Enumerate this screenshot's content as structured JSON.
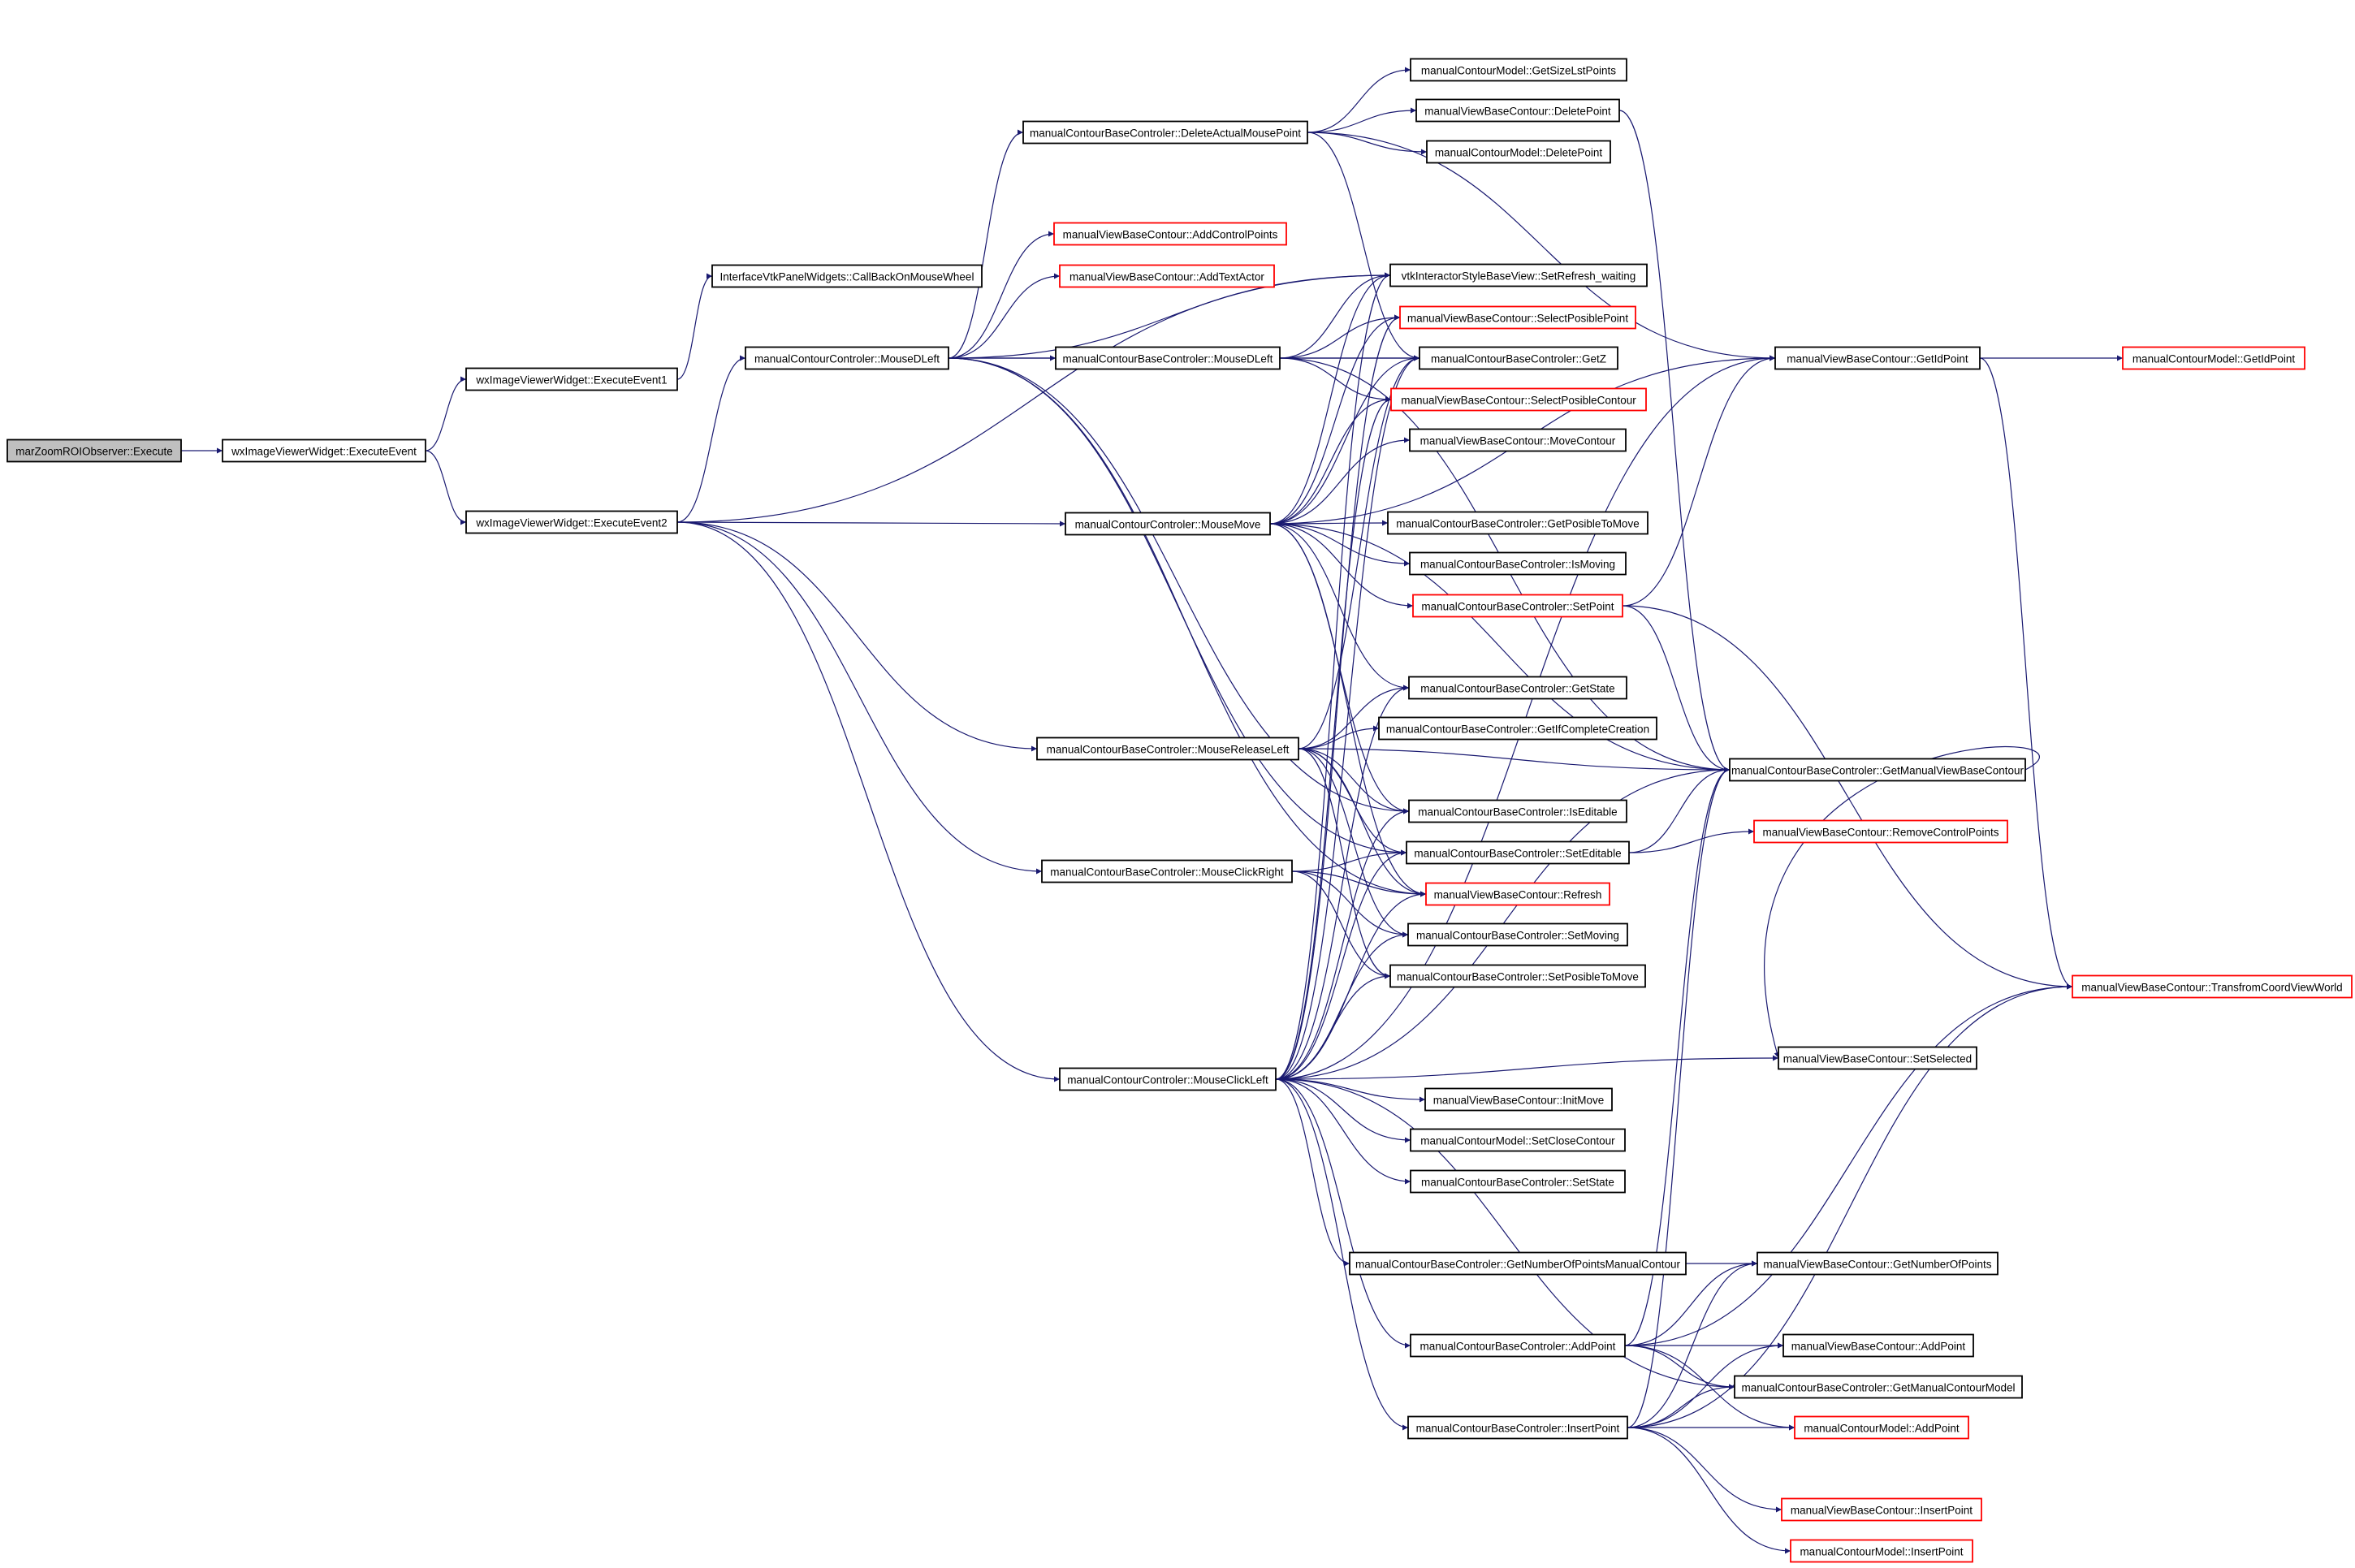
{
  "diagram": {
    "type": "call-graph",
    "colors": {
      "edge": "#191970",
      "root_fill": "#bfbfbf",
      "border_default": "#000000",
      "border_truncated": "#ff0000"
    },
    "nodes": [
      {
        "id": "execute",
        "label": "marZoomROIObserver::Execute",
        "truncated": false,
        "root": true
      },
      {
        "id": "wx_exec",
        "label": "wxImageViewerWidget::ExecuteEvent",
        "truncated": false
      },
      {
        "id": "wx_exec1",
        "label": "wxImageViewerWidget::ExecuteEvent1",
        "truncated": false
      },
      {
        "id": "wx_exec2",
        "label": "wxImageViewerWidget::ExecuteEvent2",
        "truncated": false
      },
      {
        "id": "ivtk_cb",
        "label": "InterfaceVtkPanelWidgets::CallBackOnMouseWheel",
        "truncated": false
      },
      {
        "id": "mc_dleft",
        "label": "manualContourControler::MouseDLeft",
        "truncated": false
      },
      {
        "id": "mbc_delactual",
        "label": "manualContourBaseControler::DeleteActualMousePoint",
        "truncated": false
      },
      {
        "id": "mvbc_addctrl",
        "label": "manualViewBaseContour::AddControlPoints",
        "truncated": true
      },
      {
        "id": "mvbc_addtext",
        "label": "manualViewBaseContour::AddTextActor",
        "truncated": true
      },
      {
        "id": "mbc_dleft",
        "label": "manualContourBaseControler::MouseDLeft",
        "truncated": false
      },
      {
        "id": "mc_move",
        "label": "manualContourControler::MouseMove",
        "truncated": false
      },
      {
        "id": "mbc_release",
        "label": "manualContourBaseControler::MouseReleaseLeft",
        "truncated": false
      },
      {
        "id": "mbc_clickright",
        "label": "manualContourBaseControler::MouseClickRight",
        "truncated": false
      },
      {
        "id": "mc_clickleft",
        "label": "manualContourControler::MouseClickLeft",
        "truncated": false
      },
      {
        "id": "mcm_getsize",
        "label": "manualContourModel::GetSizeLstPoints",
        "truncated": false
      },
      {
        "id": "mvbc_delpoint",
        "label": "manualViewBaseContour::DeletePoint",
        "truncated": false
      },
      {
        "id": "mcm_delpoint",
        "label": "manualContourModel::DeletePoint",
        "truncated": false
      },
      {
        "id": "vtk_setrefresh",
        "label": "vtkInteractorStyleBaseView::SetRefresh_waiting",
        "truncated": false
      },
      {
        "id": "mvbc_selpoint",
        "label": "manualViewBaseContour::SelectPosiblePoint",
        "truncated": true
      },
      {
        "id": "mbc_getz",
        "label": "manualContourBaseControler::GetZ",
        "truncated": false
      },
      {
        "id": "mvbc_selcontour",
        "label": "manualViewBaseContour::SelectPosibleContour",
        "truncated": true
      },
      {
        "id": "mvbc_movecontour",
        "label": "manualViewBaseContour::MoveContour",
        "truncated": false
      },
      {
        "id": "mbc_getposmove",
        "label": "manualContourBaseControler::GetPosibleToMove",
        "truncated": false
      },
      {
        "id": "mbc_ismoving",
        "label": "manualContourBaseControler::IsMoving",
        "truncated": false
      },
      {
        "id": "mbc_setpoint",
        "label": "manualContourBaseControler::SetPoint",
        "truncated": true
      },
      {
        "id": "mbc_getstate",
        "label": "manualContourBaseControler::GetState",
        "truncated": false
      },
      {
        "id": "mbc_getifcomplete",
        "label": "manualContourBaseControler::GetIfCompleteCreation",
        "truncated": false
      },
      {
        "id": "mbc_iseditable",
        "label": "manualContourBaseControler::IsEditable",
        "truncated": false
      },
      {
        "id": "mbc_seteditable",
        "label": "manualContourBaseControler::SetEditable",
        "truncated": false
      },
      {
        "id": "mvbc_refresh",
        "label": "manualViewBaseContour::Refresh",
        "truncated": true
      },
      {
        "id": "mbc_setmoving",
        "label": "manualContourBaseControler::SetMoving",
        "truncated": false
      },
      {
        "id": "mbc_setposmove",
        "label": "manualContourBaseControler::SetPosibleToMove",
        "truncated": false
      },
      {
        "id": "mvbc_initmove",
        "label": "manualViewBaseContour::InitMove",
        "truncated": false
      },
      {
        "id": "mcm_setclose",
        "label": "manualContourModel::SetCloseContour",
        "truncated": false
      },
      {
        "id": "mbc_setstate",
        "label": "manualContourBaseControler::SetState",
        "truncated": false
      },
      {
        "id": "mbc_getnumpts",
        "label": "manualContourBaseControler::GetNumberOfPointsManualContour",
        "truncated": false
      },
      {
        "id": "mbc_addpoint",
        "label": "manualContourBaseControler::AddPoint",
        "truncated": false
      },
      {
        "id": "mbc_insertpoint",
        "label": "manualContourBaseControler::InsertPoint",
        "truncated": false
      },
      {
        "id": "mvbc_getidpoint",
        "label": "manualViewBaseContour::GetIdPoint",
        "truncated": false
      },
      {
        "id": "mbc_getmanualview",
        "label": "manualContourBaseControler::GetManualViewBaseContour",
        "truncated": false
      },
      {
        "id": "mvbc_removectrl",
        "label": "manualViewBaseContour::RemoveControlPoints",
        "truncated": true
      },
      {
        "id": "mvbc_setselected",
        "label": "manualViewBaseContour::SetSelected",
        "truncated": false
      },
      {
        "id": "mvbc_getnumpts",
        "label": "manualViewBaseContour::GetNumberOfPoints",
        "truncated": false
      },
      {
        "id": "mvbc_addpoint",
        "label": "manualViewBaseContour::AddPoint",
        "truncated": false
      },
      {
        "id": "mbc_getmanualmodel",
        "label": "manualContourBaseControler::GetManualContourModel",
        "truncated": false
      },
      {
        "id": "mcm_addpoint",
        "label": "manualContourModel::AddPoint",
        "truncated": true
      },
      {
        "id": "mvbc_insertpoint",
        "label": "manualViewBaseContour::InsertPoint",
        "truncated": true
      },
      {
        "id": "mcm_insertpoint",
        "label": "manualContourModel::InsertPoint",
        "truncated": true
      },
      {
        "id": "mcm_getidpoint",
        "label": "manualContourModel::GetIdPoint",
        "truncated": true
      },
      {
        "id": "mvbc_transform",
        "label": "manualViewBaseContour::TransfromCoordViewWorld",
        "truncated": true
      }
    ],
    "edges": [
      [
        "execute",
        "wx_exec"
      ],
      [
        "wx_exec",
        "wx_exec1"
      ],
      [
        "wx_exec",
        "wx_exec2"
      ],
      [
        "wx_exec1",
        "ivtk_cb"
      ],
      [
        "wx_exec2",
        "mc_dleft"
      ],
      [
        "wx_exec2",
        "mc_move"
      ],
      [
        "wx_exec2",
        "mbc_release"
      ],
      [
        "wx_exec2",
        "mbc_clickright"
      ],
      [
        "wx_exec2",
        "mc_clickleft"
      ],
      [
        "wx_exec2",
        "vtk_setrefresh"
      ],
      [
        "mc_dleft",
        "mbc_delactual"
      ],
      [
        "mc_dleft",
        "mvbc_addctrl"
      ],
      [
        "mc_dleft",
        "mvbc_addtext"
      ],
      [
        "mc_dleft",
        "mbc_dleft"
      ],
      [
        "mc_dleft",
        "mbc_getz"
      ],
      [
        "mc_dleft",
        "mbc_iseditable"
      ],
      [
        "mc_dleft",
        "mbc_seteditable"
      ],
      [
        "mc_dleft",
        "mvbc_refresh"
      ],
      [
        "mc_dleft",
        "vtk_setrefresh"
      ],
      [
        "mbc_delactual",
        "mcm_getsize"
      ],
      [
        "mbc_delactual",
        "mvbc_delpoint"
      ],
      [
        "mbc_delactual",
        "mcm_delpoint"
      ],
      [
        "mbc_delactual",
        "mvbc_getidpoint"
      ],
      [
        "mbc_delactual",
        "mbc_getz"
      ],
      [
        "mvbc_delpoint",
        "mbc_getmanualview"
      ],
      [
        "mbc_dleft",
        "mvbc_selpoint"
      ],
      [
        "mbc_dleft",
        "mbc_getz"
      ],
      [
        "mbc_dleft",
        "mvbc_selcontour"
      ],
      [
        "mbc_dleft",
        "mbc_getmanualview"
      ],
      [
        "mbc_dleft",
        "vtk_setrefresh"
      ],
      [
        "mc_move",
        "mvbc_selpoint"
      ],
      [
        "mc_move",
        "mbc_getz"
      ],
      [
        "mc_move",
        "mvbc_selcontour"
      ],
      [
        "mc_move",
        "mvbc_movecontour"
      ],
      [
        "mc_move",
        "mbc_getposmove"
      ],
      [
        "mc_move",
        "mbc_ismoving"
      ],
      [
        "mc_move",
        "mbc_setpoint"
      ],
      [
        "mc_move",
        "mbc_getstate"
      ],
      [
        "mc_move",
        "mbc_iseditable"
      ],
      [
        "mc_move",
        "mvbc_refresh"
      ],
      [
        "mc_move",
        "mbc_getmanualview"
      ],
      [
        "mc_move",
        "mvbc_getidpoint"
      ],
      [
        "mc_move",
        "vtk_setrefresh"
      ],
      [
        "mbc_release",
        "mbc_getstate"
      ],
      [
        "mbc_release",
        "mbc_getifcomplete"
      ],
      [
        "mbc_release",
        "mbc_getmanualview"
      ],
      [
        "mbc_release",
        "mbc_iseditable"
      ],
      [
        "mbc_release",
        "mbc_seteditable"
      ],
      [
        "mbc_release",
        "mvbc_refresh"
      ],
      [
        "mbc_release",
        "mbc_setmoving"
      ],
      [
        "mbc_release",
        "mbc_setposmove"
      ],
      [
        "mbc_release",
        "mbc_getz"
      ],
      [
        "mbc_clickright",
        "mbc_seteditable"
      ],
      [
        "mbc_clickright",
        "mvbc_refresh"
      ],
      [
        "mbc_clickright",
        "mbc_setmoving"
      ],
      [
        "mbc_clickright",
        "mbc_setposmove"
      ],
      [
        "mc_clickleft",
        "mbc_getz"
      ],
      [
        "mc_clickleft",
        "mvbc_selpoint"
      ],
      [
        "mc_clickleft",
        "mvbc_selcontour"
      ],
      [
        "mc_clickleft",
        "mbc_getstate"
      ],
      [
        "mc_clickleft",
        "mbc_iseditable"
      ],
      [
        "mc_clickleft",
        "mbc_seteditable"
      ],
      [
        "mc_clickleft",
        "mvbc_refresh"
      ],
      [
        "mc_clickleft",
        "mbc_setmoving"
      ],
      [
        "mc_clickleft",
        "mbc_setposmove"
      ],
      [
        "mc_clickleft",
        "mvbc_initmove"
      ],
      [
        "mc_clickleft",
        "mcm_setclose"
      ],
      [
        "mc_clickleft",
        "mbc_setstate"
      ],
      [
        "mc_clickleft",
        "mbc_getnumpts"
      ],
      [
        "mc_clickleft",
        "mbc_addpoint"
      ],
      [
        "mc_clickleft",
        "mbc_insertpoint"
      ],
      [
        "mc_clickleft",
        "mbc_getmanualview"
      ],
      [
        "mc_clickleft",
        "mvbc_getidpoint"
      ],
      [
        "mc_clickleft",
        "mvbc_setselected"
      ],
      [
        "mc_clickleft",
        "mbc_getmanualmodel"
      ],
      [
        "mc_clickleft",
        "vtk_setrefresh"
      ],
      [
        "mbc_setpoint",
        "mbc_getmanualview"
      ],
      [
        "mbc_setpoint",
        "mvbc_transform"
      ],
      [
        "mbc_setpoint",
        "mvbc_getidpoint"
      ],
      [
        "mbc_seteditable",
        "mvbc_removectrl"
      ],
      [
        "mbc_seteditable",
        "mbc_getmanualview"
      ],
      [
        "mvbc_getidpoint",
        "mcm_getidpoint"
      ],
      [
        "mvbc_getidpoint",
        "mvbc_transform"
      ],
      [
        "mbc_getnumpts",
        "mvbc_getnumpts"
      ],
      [
        "mbc_addpoint",
        "mvbc_addpoint"
      ],
      [
        "mbc_addpoint",
        "mbc_getmanualmodel"
      ],
      [
        "mbc_addpoint",
        "mcm_addpoint"
      ],
      [
        "mbc_addpoint",
        "mvbc_transform"
      ],
      [
        "mbc_addpoint",
        "mbc_getmanualview"
      ],
      [
        "mbc_addpoint",
        "mvbc_getnumpts"
      ],
      [
        "mbc_insertpoint",
        "mvbc_addpoint"
      ],
      [
        "mbc_insertpoint",
        "mbc_getmanualmodel"
      ],
      [
        "mbc_insertpoint",
        "mcm_addpoint"
      ],
      [
        "mbc_insertpoint",
        "mvbc_insertpoint"
      ],
      [
        "mbc_insertpoint",
        "mcm_insertpoint"
      ],
      [
        "mbc_insertpoint",
        "mvbc_transform"
      ],
      [
        "mbc_insertpoint",
        "mbc_getmanualview"
      ],
      [
        "mbc_insertpoint",
        "mvbc_getnumpts"
      ],
      [
        "mbc_getmanualview",
        "mvbc_setselected"
      ]
    ]
  }
}
